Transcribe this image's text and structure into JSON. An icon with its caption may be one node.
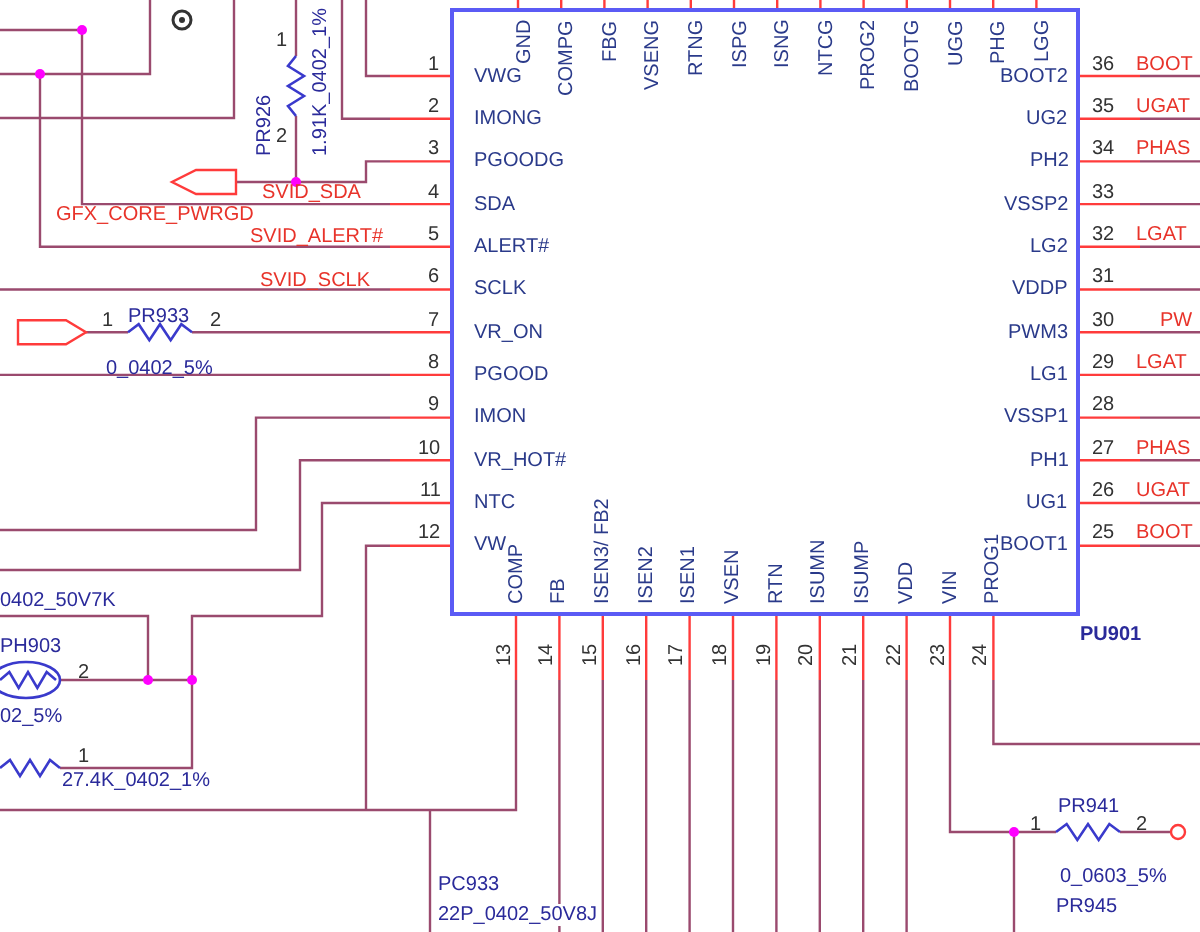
{
  "diagram": {
    "nodes": [
      {
        "text": [
          "GND",
          "COMPG",
          "FBG",
          "VSENG",
          "RTNG",
          "ISPG",
          "ISNG",
          "NTCG",
          "PROG2",
          "BOOTG",
          "UGG",
          "PHG",
          "LGG",
          "VWG",
          "IMONG",
          "PGOODG",
          "SDA",
          "ALERT#",
          "SCLK",
          "VR_ON",
          "PGOOD",
          "IMON",
          "VR_HOT#",
          "NTC",
          "VW",
          "BOOT2",
          "UG2",
          "PH2",
          "VSSP2",
          "LG2",
          "VDDP",
          "PWM3",
          "LG1",
          "VSSP1",
          "PH1",
          "UG1",
          "BOOT1",
          "COMP",
          "FB",
          "ISEN3/ FB2",
          "ISEN2",
          "ISEN1",
          "VSEN",
          "RTN",
          "ISUMN",
          "ISUMP",
          "VDD",
          "VIN",
          "PROG1"
        ],
        "beside": [
          "PU901"
        ]
      }
    ],
    "labels": [
      "1",
      "2",
      "3",
      "4",
      "5",
      "6",
      "7",
      "8",
      "9",
      "10",
      "11",
      "12",
      "36",
      "35",
      "34",
      "33",
      "32",
      "31",
      "30",
      "29",
      "28",
      "27",
      "26",
      "25",
      "13",
      "14",
      "15",
      "16",
      "17",
      "18",
      "19",
      "20",
      "21",
      "22",
      "23",
      "24",
      "SVID_SDA",
      "GFX_CORE_PWRGD",
      "SVID_ALERT#",
      "SVID_SCLK",
      "BOOT",
      "UGAT",
      "PHAS",
      "LGAT",
      "PW",
      "LGAT",
      "PHAS",
      "UGAT",
      "BOOT",
      "PR926",
      "1.91K_0402_1%",
      "1",
      "2",
      "1",
      "PR933",
      "2",
      "0_0402_5%",
      "0402_50V7K",
      "PH903",
      "2",
      "02_5%",
      "1",
      "27.4K_0402_1%",
      "PC933",
      "22P_0402_50V8J",
      "PR941",
      "1",
      "2",
      "0_0603_5%",
      "PR945"
    ]
  }
}
